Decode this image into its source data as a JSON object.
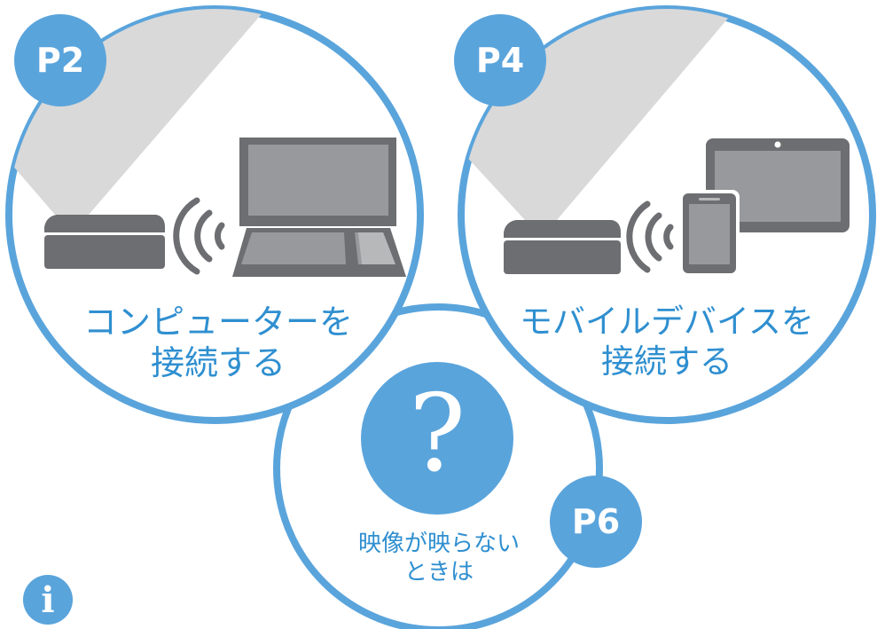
{
  "sections": {
    "computer": {
      "page": "P2",
      "line1": "コンピューターを",
      "line2": "接続する"
    },
    "mobile": {
      "page": "P4",
      "line1": "モバイルデバイスを",
      "line2": "接続する"
    },
    "trouble": {
      "page": "P6",
      "symbol": "?",
      "line1": "映像が映らない",
      "line2": "ときは"
    }
  },
  "info_icon_glyph": "i",
  "colors": {
    "accent": "#5aa4dc",
    "text_blue": "#2f8fd0",
    "device_gray": "#6d6e71",
    "screen_gray": "#97999c",
    "beam_gray": "#d9d9d9"
  }
}
